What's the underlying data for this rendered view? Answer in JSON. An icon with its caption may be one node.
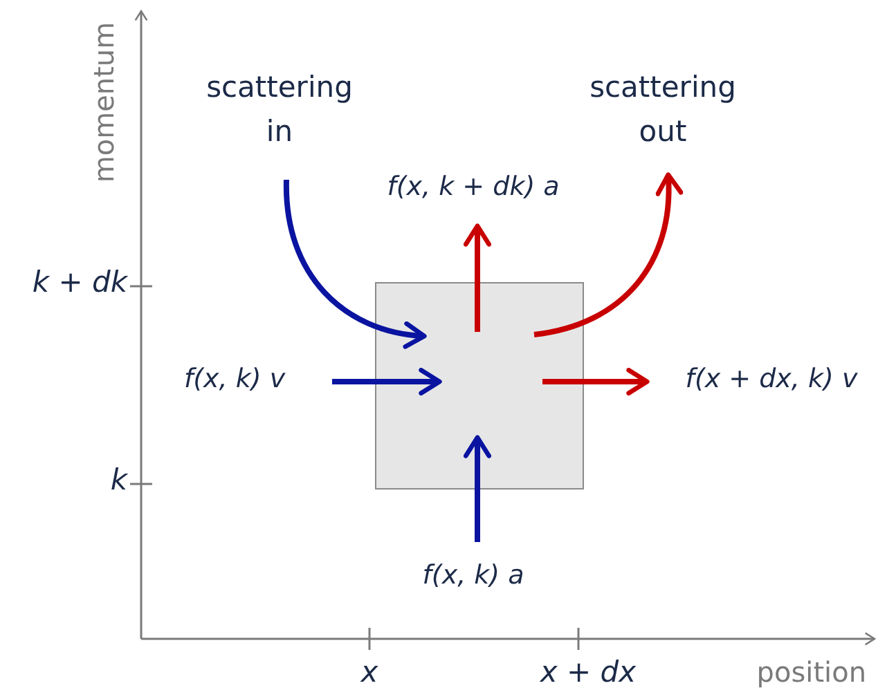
{
  "diagram": {
    "nodes": [
      {
        "text": [
          "scattering in"
        ]
      },
      {
        "text": [
          "scattering out"
        ]
      },
      {
        "text": [
          "f(x, k + dk) a"
        ]
      },
      {
        "text": [],
        "shape": "box"
      },
      {
        "text": [
          "f(x, k) v"
        ]
      },
      {
        "text": [
          "f(x + dx, k) v"
        ]
      },
      {
        "text": [
          "f(x, k) a"
        ]
      }
    ],
    "edges": [
      {
        "from": 0,
        "to": 3,
        "arrow": "to",
        "color": "#0a14a0"
      },
      {
        "from": 3,
        "to": 1,
        "arrow": "to",
        "color": "#c80000"
      },
      {
        "from": 3,
        "to": 2,
        "arrow": "to",
        "color": "#c80000"
      },
      {
        "from": 4,
        "to": 3,
        "arrow": "to",
        "color": "#0a14a0"
      },
      {
        "from": 3,
        "to": 5,
        "arrow": "to",
        "color": "#c80000"
      },
      {
        "from": 6,
        "to": 3,
        "arrow": "to",
        "color": "#0a14a0"
      }
    ],
    "labels": [
      "momentum",
      "k + dk",
      "k",
      "x",
      "x + dx",
      "position"
    ]
  }
}
